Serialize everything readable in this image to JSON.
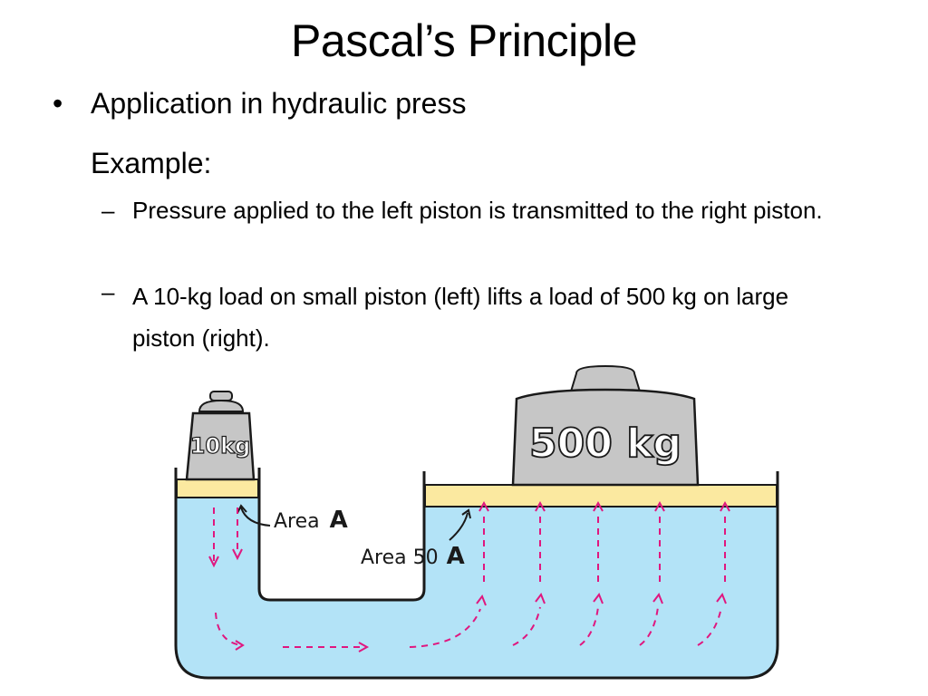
{
  "slide": {
    "title": "Pascal’s Principle",
    "bullet": "Application in hydraulic press",
    "example_label": "Example:",
    "subbullets": [
      "Pressure applied to the left piston is transmitted to the right piston.",
      "A 10-kg load on small piston (left) lifts a load of 500 kg on large piston (right)."
    ]
  },
  "diagram": {
    "small_weight_label": "10kg",
    "large_weight_label": "500 kg",
    "area_small_prefix": "Area",
    "area_small_letter": "A",
    "area_large_prefix": "Area 50",
    "area_large_letter": "A",
    "colors": {
      "fluid": "#b3e3f7",
      "piston": "#fbe9a0",
      "weight": "#c6c6c6",
      "arrows": "#e0177f",
      "outline": "#1a1a1a"
    }
  }
}
